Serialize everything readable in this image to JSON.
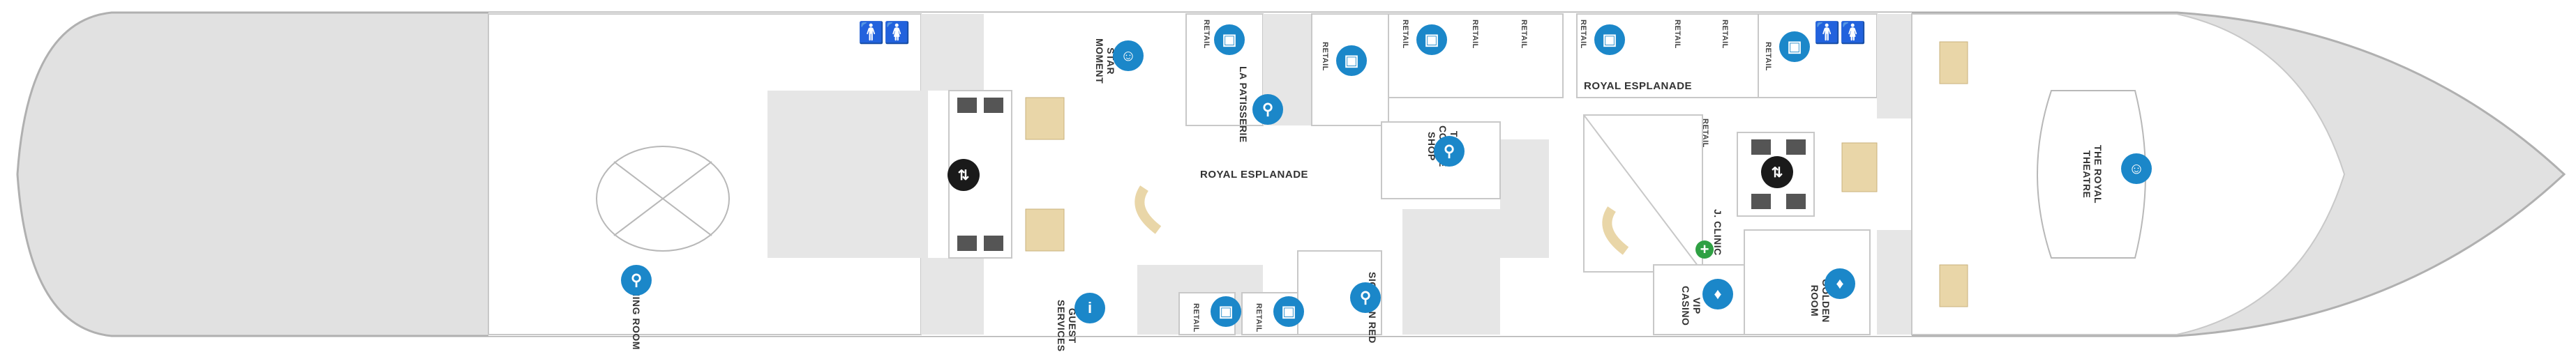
{
  "venues": {
    "dining_room": "DINING ROOM",
    "star_moment": "STAR\nMOMENT",
    "guest_services": "GUEST\nSERVICES",
    "la_patisserie": "LA PATISSERIE",
    "tea_coffee_shop": "TEA &\nCOFFEE\nSHOP",
    "sichuan_red": "SICHUAN RED",
    "royal_esplanade_center": "ROYAL ESPLANADE",
    "royal_esplanade_top": "ROYAL ESPLANADE",
    "j_clinic": "J. CLINIC",
    "vip_casino": "VIP\nCASINO",
    "golden_room": "GOLDEN\nROOM",
    "royal_theatre": "THE ROYAL\nTHEATRE"
  },
  "retail_label": "RETAIL",
  "colors": {
    "hull_gray": "#e1e1e1",
    "deck_white": "#ffffff",
    "wall": "#c8c8c8",
    "stairs": "#e9d6a8",
    "icon_blue": "#1b87c9",
    "icon_dark": "#1a1a1a",
    "medical_green": "#2ea043"
  },
  "icons": {
    "dining": "fork-knife-icon",
    "theatre": "theatre-masks-icon",
    "shop": "shopping-bag-icon",
    "info": "info-icon",
    "elevator": "elevator-icon",
    "casino": "casino-chip-icon",
    "medical": "medical-cross-icon",
    "restroom": "restroom-icon"
  }
}
